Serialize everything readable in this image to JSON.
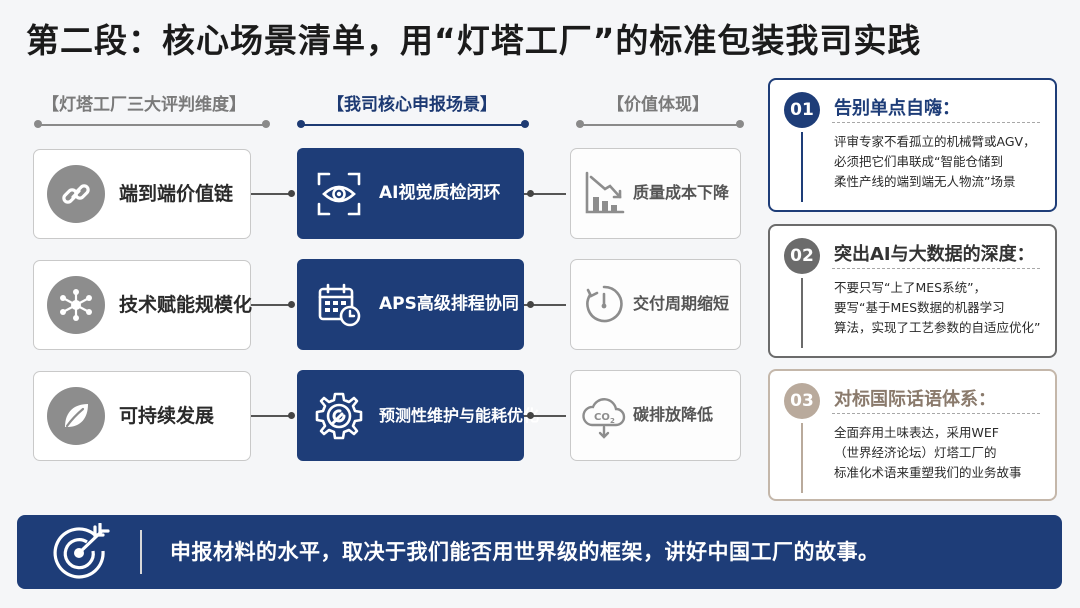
{
  "title": "第二段：核心场景清单，用“灯塔工厂”的标准包装我司实践",
  "columns": {
    "left": "【灯塔工厂三大评判维度】",
    "middle": "【我司核心申报场景】",
    "right": "【价值体现】"
  },
  "rows": [
    {
      "dimension": "端到端价值链",
      "dimension_icon": "link-icon",
      "scene": "AI视觉质检闭环",
      "scene_icon": "eye-scan-icon",
      "value": "质量成本下降",
      "value_icon": "declining-chart-icon"
    },
    {
      "dimension": "技术赋能规模化",
      "dimension_icon": "network-icon",
      "scene": "APS高级排程协同",
      "scene_icon": "calendar-clock-icon",
      "value": "交付周期缩短",
      "value_icon": "timer-icon"
    },
    {
      "dimension": "可持续发展",
      "dimension_icon": "leaf-icon",
      "scene": "预测性维护与能耗优化",
      "scene_icon": "gear-wrench-icon",
      "value": "碳排放降低",
      "value_icon": "co2-cloud-icon"
    }
  ],
  "cards": [
    {
      "num": "01",
      "heading": "告别单点自嗨：",
      "lines": [
        "评审专家不看孤立的机械臂或AGV，",
        "必须把它们串联成“智能仓储到",
        "柔性产线的端到端无人物流”场景"
      ],
      "accent": "#1e3d78"
    },
    {
      "num": "02",
      "heading": "突出AI与大数据的深度：",
      "lines": [
        "不要只写“上了MES系统”，",
        "要写“基于MES数据的机器学习",
        "算法，实现了工艺参数的自适应优化”"
      ],
      "accent": "#6b6b6b"
    },
    {
      "num": "03",
      "heading": "对标国际话语体系：",
      "lines": [
        "全面弃用土味表达，采用WEF",
        "（世界经济论坛）灯塔工厂的",
        "标准化术语来重塑我们的业务故事"
      ],
      "accent": "#b9aa9c"
    }
  ],
  "banner": {
    "text": "申报材料的水平，取决于我们能否用世界级的框架，讲好中国工厂的故事。",
    "icon": "target-arrow-icon"
  },
  "colors": {
    "navy": "#1e3d78",
    "grey": "#8d8d8d",
    "tan": "#b9aa9c"
  }
}
